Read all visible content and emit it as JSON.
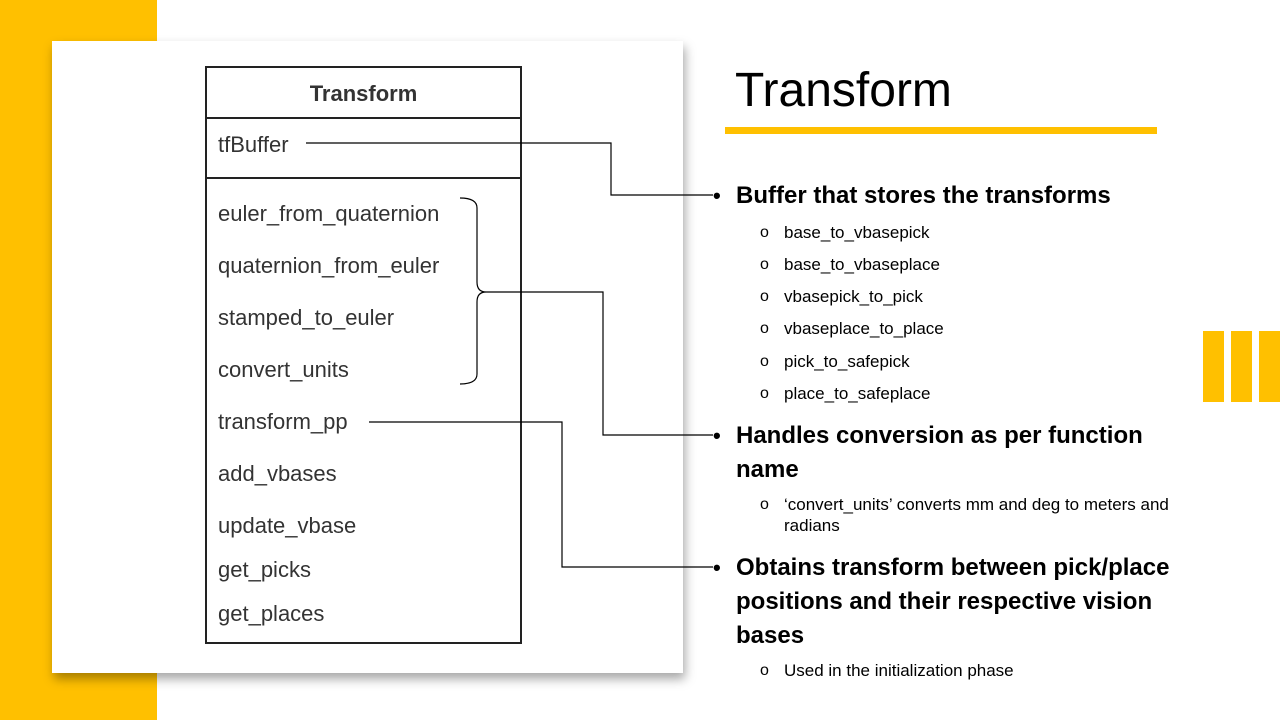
{
  "slide": {
    "title": "Transform",
    "accent_color": "#FFC000"
  },
  "uml": {
    "class_name": "Transform",
    "attributes": [
      "tfBuffer"
    ],
    "methods": [
      "euler_from_quaternion",
      "quaternion_from_euler",
      "stamped_to_euler",
      "convert_units",
      "transform_pp",
      "add_vbases",
      "update_vbase",
      "get_picks",
      "get_places"
    ]
  },
  "bullets": [
    {
      "text": "Buffer that stores the transforms",
      "subs": [
        "base_to_vbasepick",
        "base_to_vbaseplace",
        "vbasepick_to_pick",
        "vbaseplace_to_place",
        "pick_to_safepick",
        "place_to_safeplace"
      ]
    },
    {
      "text": "Handles conversion as per function name",
      "subs": [
        "‘convert_units’ converts mm and deg to meters and radians"
      ]
    },
    {
      "text": "Obtains transform between pick/place positions and their respective vision bases",
      "subs": [
        "Used in the initialization phase"
      ]
    }
  ],
  "icons": {
    "bullet": "bullet-dot-icon",
    "sub_bullet": "circle-o-icon"
  }
}
